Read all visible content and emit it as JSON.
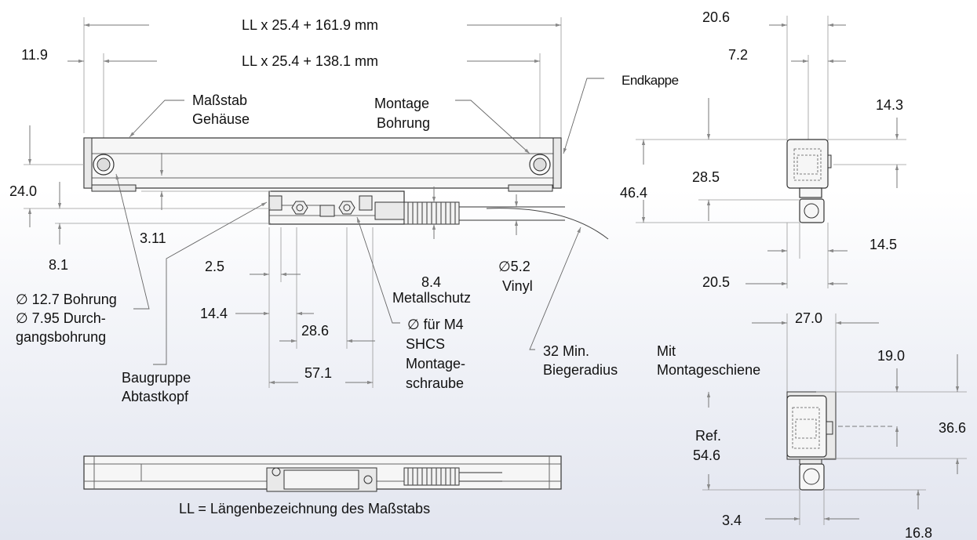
{
  "front_view": {
    "dim_overall": "LL x 25.4 + 161.9 mm",
    "dim_holes": "LL x 25.4  + 138.1 mm",
    "dim_11_9": "11.9",
    "dim_24_0": "24.0",
    "dim_3_11": "3.11",
    "dim_8_1": "8.1",
    "dim_2_5": "2.5",
    "dim_14_4": "14.4",
    "dim_28_6": "28.6",
    "dim_57_1": "57.1",
    "dim_8_4": "8.4",
    "dim_5_2": "∅5.2",
    "label_scale_line1": "Maßstab",
    "label_scale_line2": "Gehäuse",
    "label_mount_line1": "Montage",
    "label_mount_line2": "Bohrung",
    "label_endcap": "Endkappe",
    "label_bore_line1": "∅ 12.7 Bohrung",
    "label_bore_line2": "∅ 7.95 Durch-",
    "label_bore_line3": "gangsbohrung",
    "label_metal": "Metallschutz",
    "label_vinyl": "Vinyl",
    "label_screw_line1": "∅ für  M4",
    "label_screw_line2": "SHCS",
    "label_screw_line3": "Montage-",
    "label_screw_line4": "schraube",
    "label_bend_line1": "32 Min.",
    "label_bend_line2": "Biegeradius",
    "label_head_line1": "Baugruppe",
    "label_head_line2": "Abtastkopf"
  },
  "side_view": {
    "dim_20_6": "20.6",
    "dim_7_2": "7.2",
    "dim_14_3": "14.3",
    "dim_28_5": "28.5",
    "dim_46_4": "46.4",
    "dim_14_5": "14.5",
    "dim_20_5": "20.5"
  },
  "rail_view": {
    "dim_27_0": "27.0",
    "dim_19_0": "19.0",
    "dim_36_6": "36.6",
    "dim_ref_line1": "Ref.",
    "dim_ref_line2": "54.6",
    "dim_3_4": "3.4",
    "dim_16_8": "16.8",
    "label_rail_line1": "Mit",
    "label_rail_line2": "Montageschiene"
  },
  "caption": "LL = Längenbezeichnung des Maßstabs"
}
